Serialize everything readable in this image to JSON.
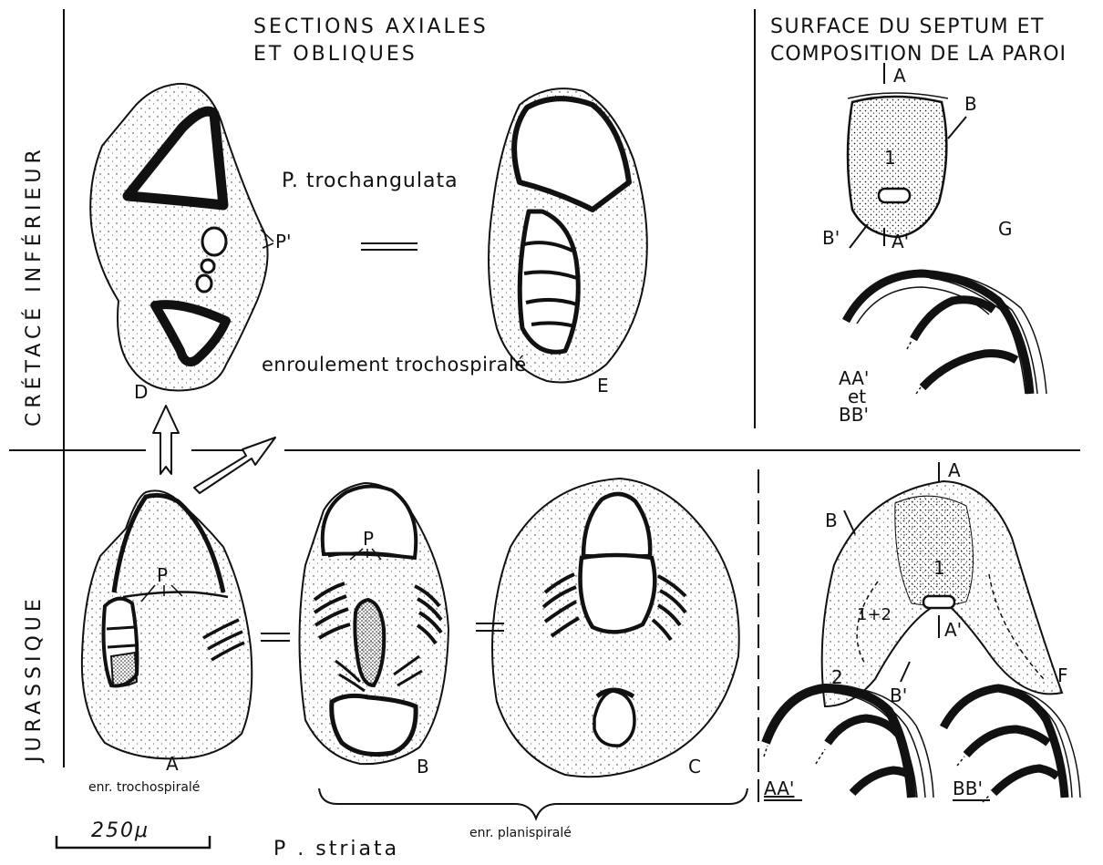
{
  "headings": {
    "axial_line1": "SECTIONS AXIALES",
    "axial_line2": "ET OBLIQUES",
    "surface_line1": "SURFACE DU SEPTUM ET",
    "surface_line2": "COMPOSITION DE LA PAROI"
  },
  "rows": {
    "upper": "CRÉTACÉ INFÉRIEUR",
    "lower": "JURASSIQUE"
  },
  "species": {
    "upper": "P. trochangulata",
    "lower": "P . striata"
  },
  "coiling": {
    "upper": "enroulement trochospiralé",
    "lower_a": "enr. trochospiralé",
    "lower_bc": "enr. planispiralé"
  },
  "scale_bar": "250μ",
  "figure_letters": {
    "A": "A",
    "B": "B",
    "C": "C",
    "D": "D",
    "E": "E",
    "F": "F",
    "G": "G"
  },
  "annotations": {
    "pore_upper": "P'",
    "pore_lower": "P",
    "A_top": "A",
    "A_prime": "A'",
    "B_top": "B",
    "B_prime": "B'",
    "layer_1": "1",
    "layer_12": "1+2",
    "layer_2": "2",
    "section_AA_upper": "AA'",
    "section_et": "et",
    "section_BB_upper": "BB'",
    "section_AA_lower": "AA'",
    "section_BB_lower": "BB'"
  },
  "symbols": {
    "equivalence": "="
  }
}
